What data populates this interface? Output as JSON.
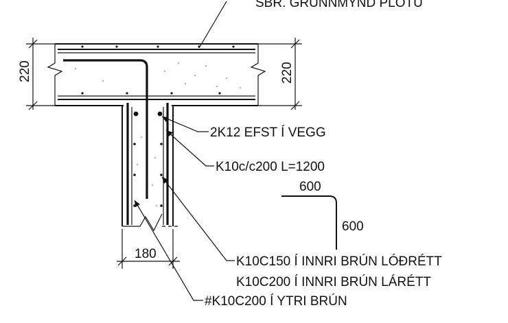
{
  "labels": {
    "top_ref": "SBR. GRUNNMYND PLÖTU",
    "top_bars": "2K12 EFST Í VEGG",
    "hook_bar": "K10c/c200 L=1200",
    "inner_vertical": "K10C150 Í INNRI BRÚN LÓÐRÉTT",
    "inner_horizontal": "K10C200 Í INNRI BRÚN LÁRÉTT",
    "outer_face": "#K10C200 Í YTRI BRÚN"
  },
  "dimensions": {
    "slab_left": "220",
    "slab_right": "220",
    "wall_width": "180"
  },
  "bend_schedule": {
    "horizontal": "600",
    "vertical": "600"
  }
}
